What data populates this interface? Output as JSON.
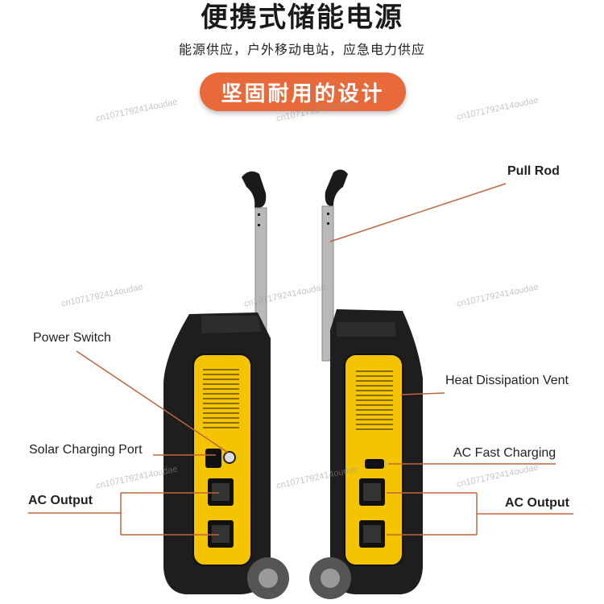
{
  "header": {
    "title": "便携式储能电源",
    "subtitle": "能源供应，户外移动电站，应急电力供应",
    "badge": "坚固耐用的设计"
  },
  "callouts": {
    "pull_rod": "Pull Rod",
    "power_switch": "Power Switch",
    "heat_vent": "Heat Dissipation Vent",
    "solar_port": "Solar Charging Port",
    "ac_fast": "AC Fast Charging",
    "ac_output_left": "AC Output",
    "ac_output_right": "AC Output"
  },
  "watermark": "cn1071792414oudae",
  "colors": {
    "accent": "#e8693a",
    "panel_yellow": "#f5c400",
    "body_black": "#1c1c1c",
    "leader_line": "#c0673f"
  }
}
